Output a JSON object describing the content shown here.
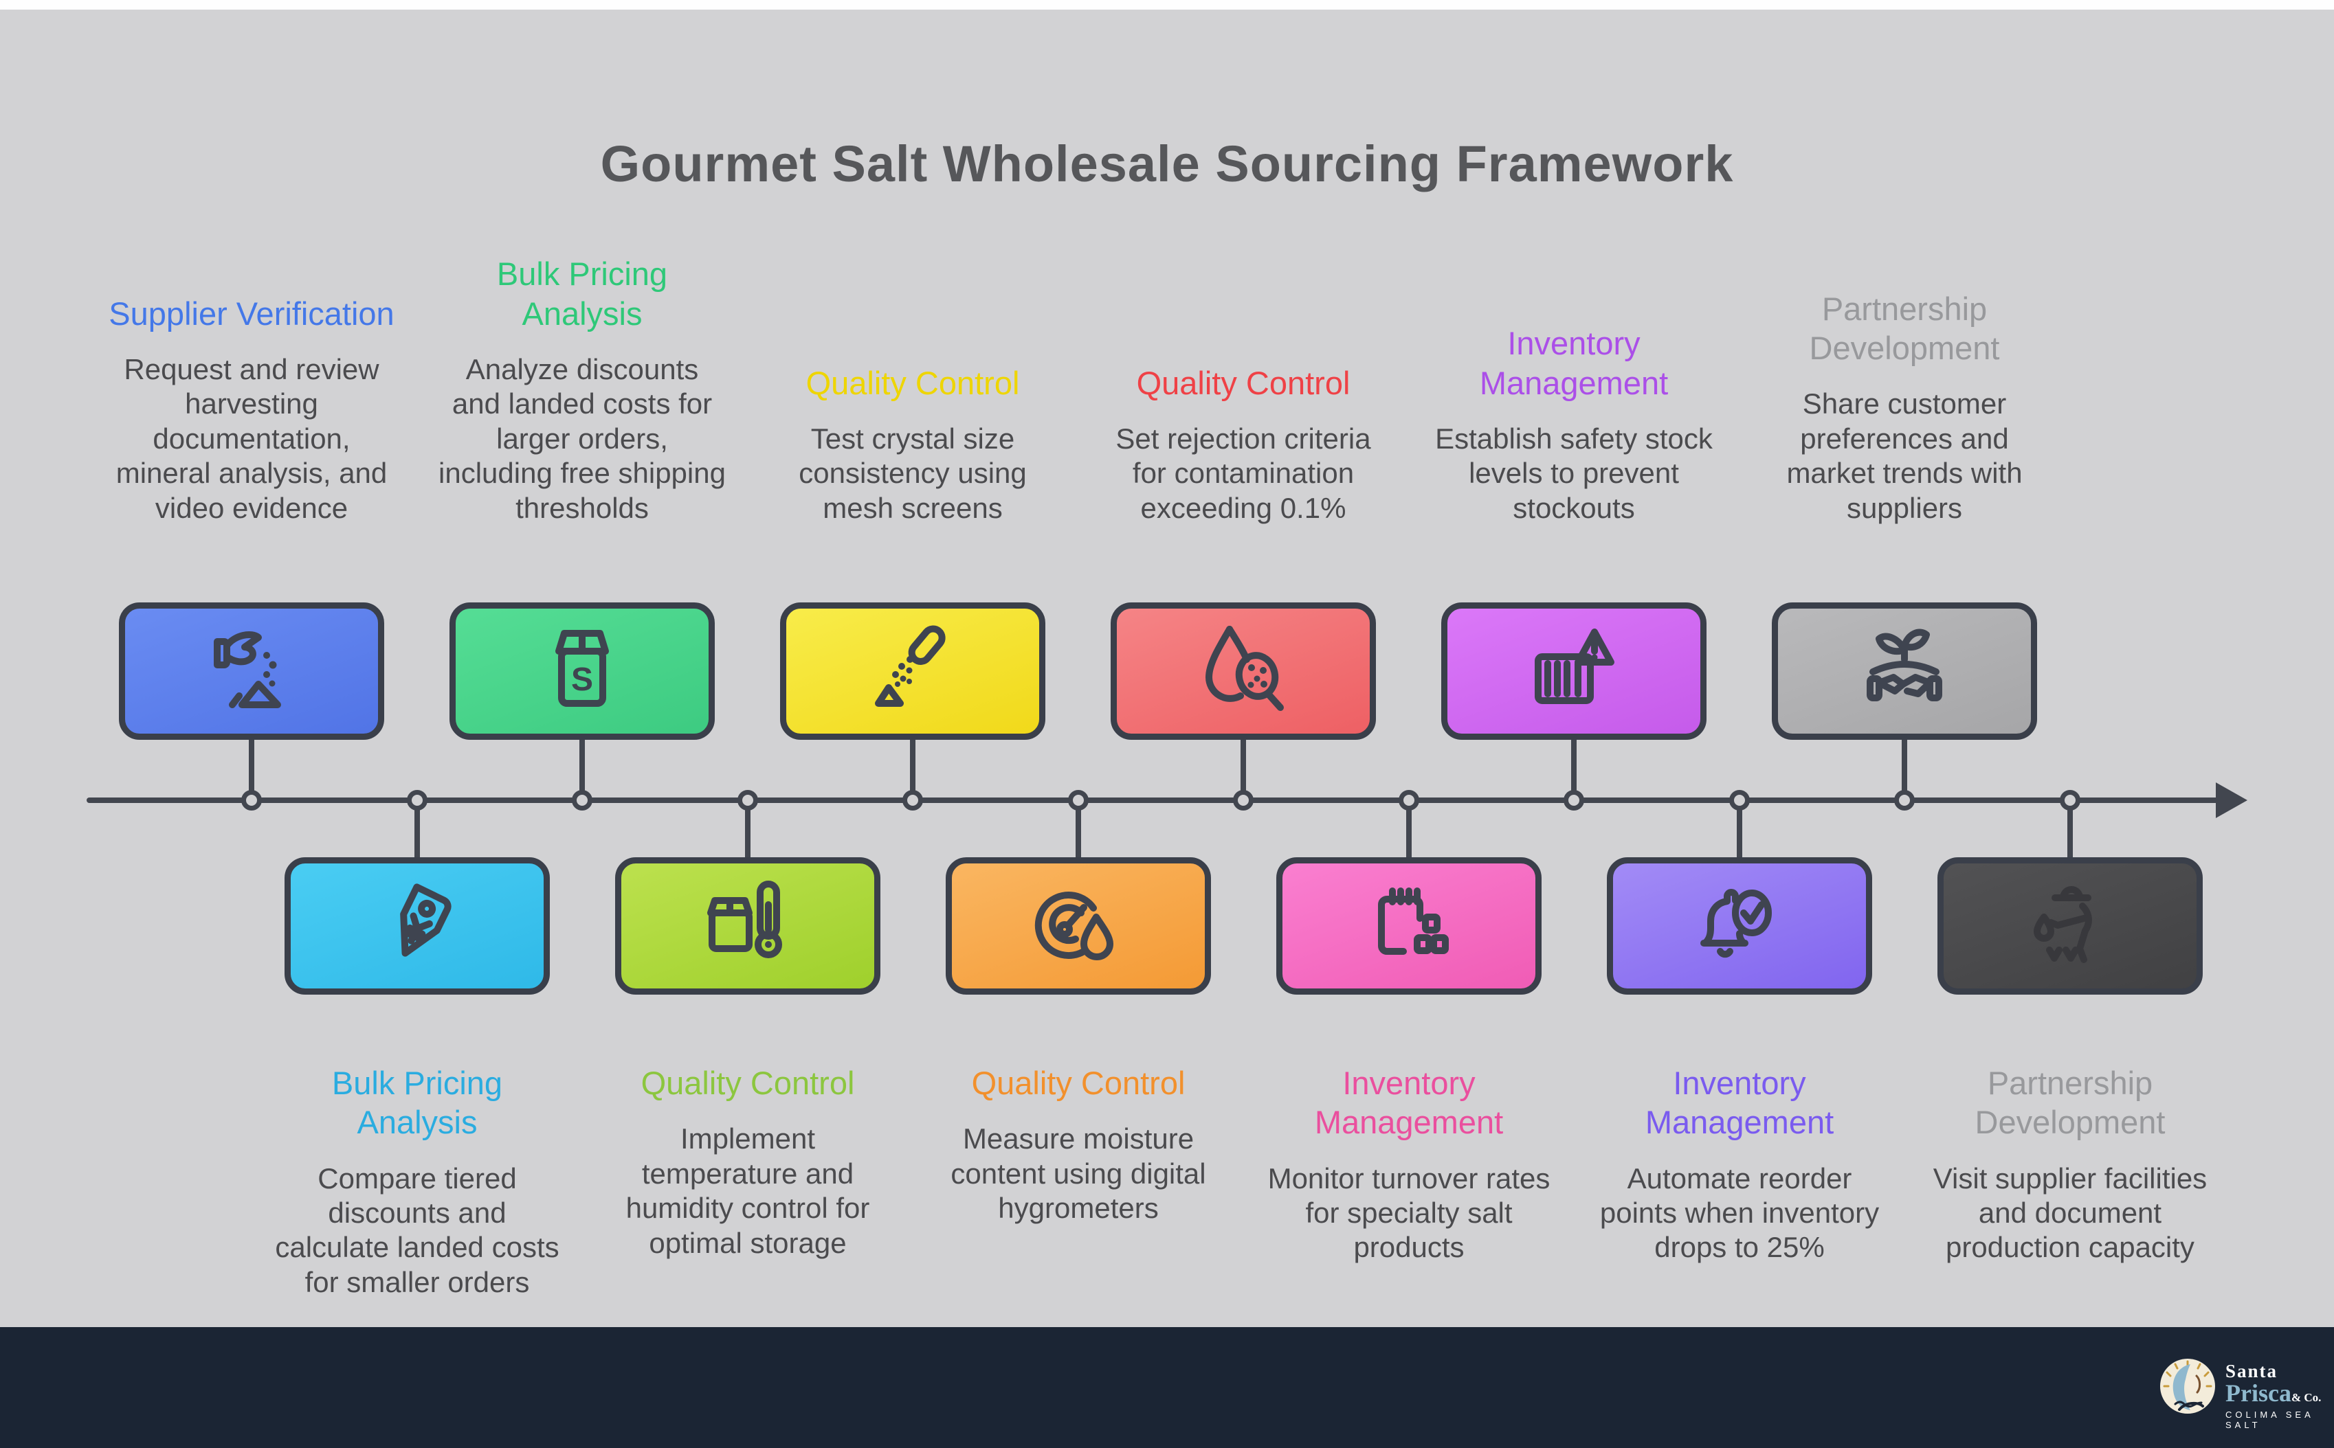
{
  "title": "Gourmet Salt Wholesale Sourcing Framework",
  "colors": {
    "background": "#D2D2D4",
    "title_text": "#56575A",
    "body_text": "#4B4B4E",
    "outline": "#3F4450",
    "axis": "#42464F",
    "footer_bg": "#1B2534"
  },
  "steps_top": [
    {
      "label": "Supplier Verification",
      "description": "Request and review harvesting documentation, mineral analysis, and video evidence",
      "label_color": "#4478E8",
      "grad_a": "#6A8CF2",
      "grad_b": "#5174E6",
      "icon": "hand-sprinkling-salt-icon"
    },
    {
      "label": "Bulk Pricing Analysis",
      "description": "Analyze discounts and landed costs for larger orders, including free shipping thresholds",
      "label_color": "#2EC878",
      "grad_a": "#55DD95",
      "grad_b": "#3DCB81",
      "icon": "salt-package-icon"
    },
    {
      "label": "Quality Control",
      "description": "Test crystal size consistency using mesh screens",
      "label_color": "#EED500",
      "grad_a": "#F8EC4A",
      "grad_b": "#F1D91A",
      "icon": "salt-shaker-icon"
    },
    {
      "label": "Quality Control",
      "description": "Set rejection criteria for contamination exceeding 0.1%",
      "label_color": "#EF4146",
      "grad_a": "#F58486",
      "grad_b": "#EE6064",
      "icon": "contamination-droplet-magnifier-icon"
    },
    {
      "label": "Inventory Management",
      "description": "Establish safety stock levels to prevent stockouts",
      "label_color": "#AB4FE8",
      "grad_a": "#DB78F8",
      "grad_b": "#C55BEA",
      "icon": "crate-warning-icon"
    },
    {
      "label": "Partnership Development",
      "description": "Share customer preferences and market trends with suppliers",
      "label_color": "#98999C",
      "grad_a": "#B9B9BB",
      "grad_b": "#A6A6A8",
      "icon": "handshake-sprout-icon"
    }
  ],
  "steps_bottom": [
    {
      "label": "Bulk Pricing Analysis",
      "description": "Compare tiered discounts and calculate landed costs for smaller orders",
      "label_color": "#2AACE0",
      "grad_a": "#4ACDF3",
      "grad_b": "#2FB9E8",
      "icon": "price-tag-icon"
    },
    {
      "label": "Quality Control",
      "description": "Implement temperature and humidity control for optimal storage",
      "label_color": "#8CC63F",
      "grad_a": "#BCE14E",
      "grad_b": "#9FD02C",
      "icon": "package-thermometer-icon"
    },
    {
      "label": "Quality Control",
      "description": "Measure moisture content using digital hygrometers",
      "label_color": "#F2902C",
      "grad_a": "#FAB661",
      "grad_b": "#F49A35",
      "icon": "moisture-gauge-icon"
    },
    {
      "label": "Inventory Management",
      "description": "Monitor turnover rates for specialty salt products",
      "label_color": "#EA4F9E",
      "grad_a": "#FA7FD0",
      "grad_b": "#F05CB5",
      "icon": "inventory-notepad-icon"
    },
    {
      "label": "Inventory Management",
      "description": "Automate reorder points when inventory drops to 25%",
      "label_color": "#7A5BEF",
      "grad_a": "#A28BF6",
      "grad_b": "#8165EF",
      "icon": "reorder-bell-check-icon"
    },
    {
      "label": "Partnership Development",
      "description": "Visit supplier facilities and document production capacity",
      "label_color": "#98999C",
      "grad_a": "#525254",
      "grad_b": "#414143",
      "icon": "salt-farmer-icon"
    }
  ],
  "footer": {
    "brand_line1": "Santa",
    "brand_line2": "Prisca",
    "brand_suffix": "& Co.",
    "tagline": "COLIMA SEA SALT",
    "accent": "#8FB9CE"
  }
}
